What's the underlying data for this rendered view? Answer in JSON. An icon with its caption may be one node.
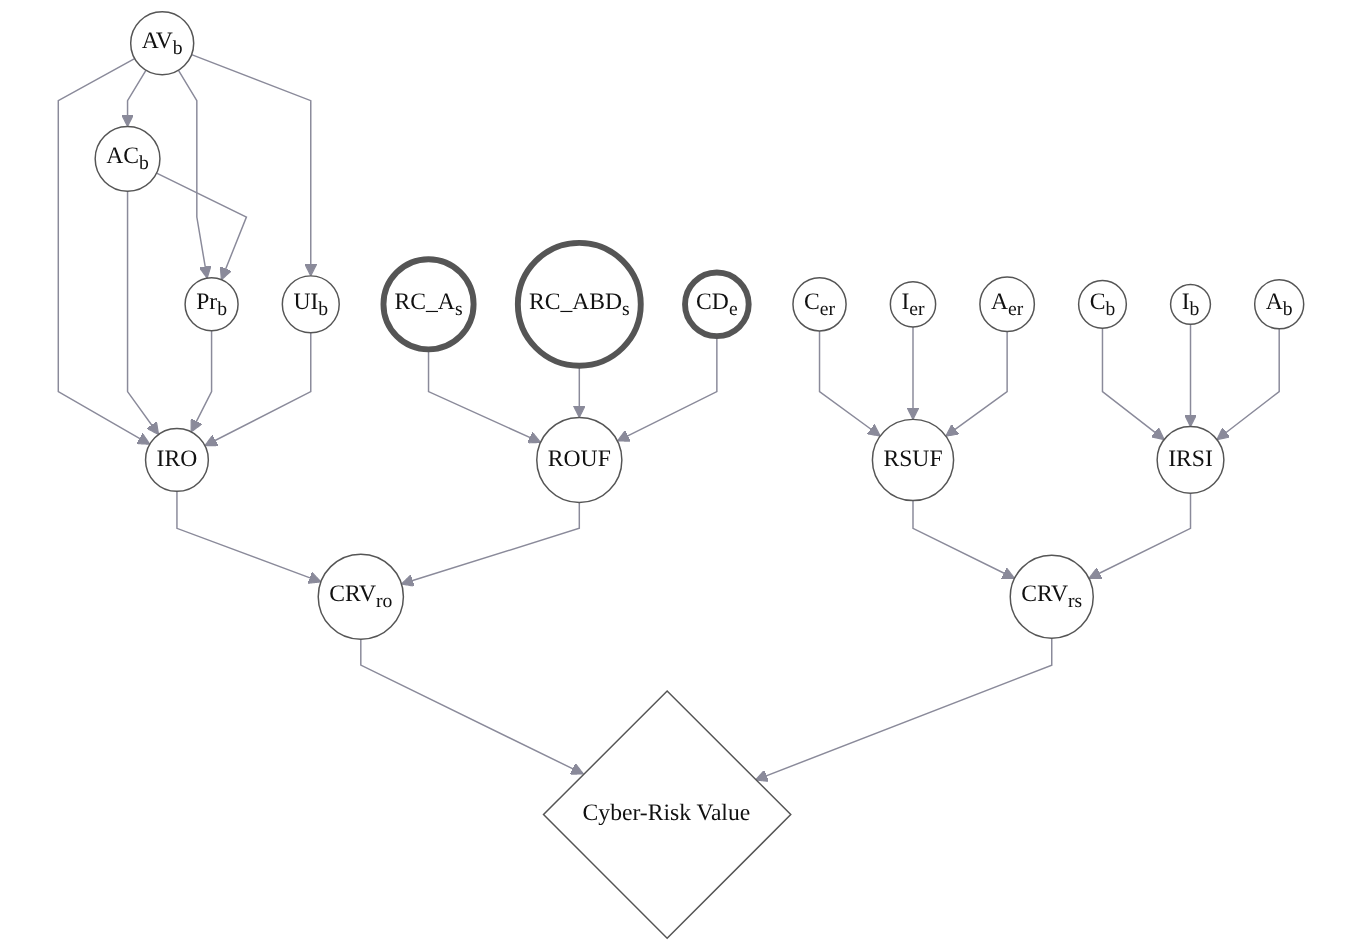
{
  "diagram": {
    "nodes": [
      {
        "text": [
          "AV$_{b}$"
        ]
      },
      {
        "text": [
          "AC$_{b}$"
        ]
      },
      {
        "text": [
          "Pr$_{b}$"
        ]
      },
      {
        "text": [
          "UI$_{b}$"
        ]
      },
      {
        "text": [
          "C$_{er}$"
        ]
      },
      {
        "text": [
          "I$_{er}$"
        ]
      },
      {
        "text": [
          "IRO"
        ]
      },
      {
        "text": [
          "RSUF"
        ]
      },
      {
        "text": [
          "A$_{er}$"
        ]
      },
      {
        "text": [
          "RC_ABD$_{s}$"
        ]
      },
      {
        "text": [
          "RC_A$_{s}$"
        ]
      },
      {
        "text": [
          "C$_{b}$"
        ]
      },
      {
        "text": [
          "I$_{b}$"
        ]
      },
      {
        "text": [
          "CD$_{e}$"
        ]
      },
      {
        "text": [
          "ROUF"
        ]
      },
      {
        "text": [
          "CRV$_{ro}$"
        ]
      },
      {
        "text": [
          "CRV$_{rs}$"
        ]
      },
      {
        "text": [
          "IRSI"
        ]
      },
      {
        "text": [
          "A$_{b}$"
        ]
      },
      {
        "text": [
          "Cyber-Risk Value"
        ]
      }
    ],
    "edges": [
      {
        "from": 0,
        "to": 1,
        "arrow": "to"
      },
      {
        "from": 0,
        "to": 2,
        "arrow": "to"
      },
      {
        "from": 0,
        "to": 3,
        "arrow": "to"
      },
      {
        "from": 0,
        "to": 6,
        "arrow": "to"
      },
      {
        "from": 1,
        "to": 2,
        "arrow": "to"
      },
      {
        "from": 1,
        "to": 6,
        "arrow": "to"
      },
      {
        "from": 2,
        "to": 6,
        "arrow": "to"
      },
      {
        "from": 3,
        "to": 6,
        "arrow": "to"
      },
      {
        "from": 6,
        "to": 15,
        "arrow": "to"
      },
      {
        "from": 4,
        "to": 7,
        "arrow": "to"
      },
      {
        "from": 5,
        "to": 7,
        "arrow": "to"
      },
      {
        "from": 8,
        "to": 7,
        "arrow": "to"
      },
      {
        "from": 7,
        "to": 16,
        "arrow": "to"
      },
      {
        "from": 10,
        "to": 14,
        "arrow": "to"
      },
      {
        "from": 9,
        "to": 14,
        "arrow": "to"
      },
      {
        "from": 13,
        "to": 14,
        "arrow": "to"
      },
      {
        "from": 14,
        "to": 15,
        "arrow": "to"
      },
      {
        "from": 11,
        "to": 17,
        "arrow": "to"
      },
      {
        "from": 12,
        "to": 17,
        "arrow": "to"
      },
      {
        "from": 18,
        "to": 17,
        "arrow": "to"
      },
      {
        "from": 17,
        "to": 16,
        "arrow": "to"
      },
      {
        "from": 15,
        "to": 19,
        "arrow": "to"
      },
      {
        "from": 16,
        "to": 19,
        "arrow": "to"
      }
    ]
  }
}
